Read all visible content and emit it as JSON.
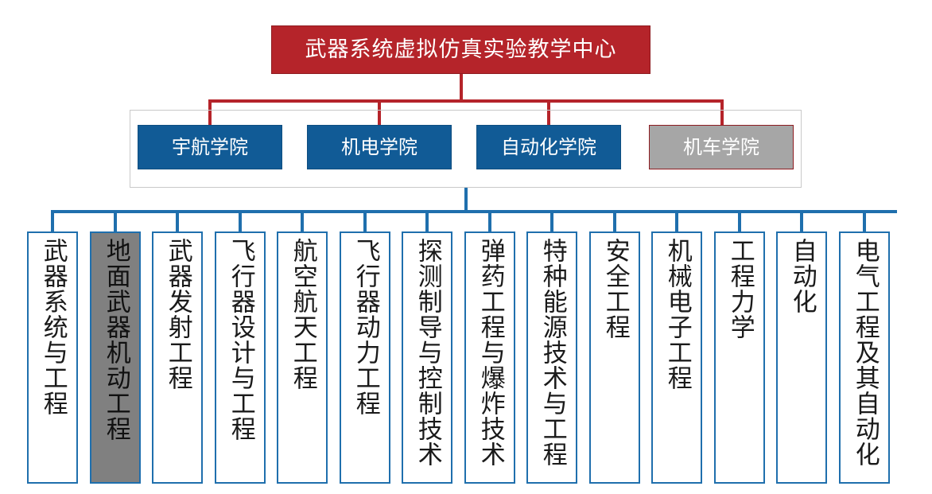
{
  "diagram": {
    "title": "武器系统虚拟仿真实验教学中心",
    "colors": {
      "title_fill": "#B5242A",
      "title_border": "#8E1B20",
      "college_fill": "#115B96",
      "college_highlight_fill": "#A6A6A6",
      "college_highlight_border": "#8E1B20",
      "connector_red": "#B5242A",
      "connector_blue": "#1F6FAD",
      "major_border": "#1F6FAD",
      "major_fill": "#FFFFFF",
      "major_highlight_fill": "#808080",
      "container_border": "#C9C9C9"
    },
    "colleges": [
      {
        "label": "宇航学院",
        "style": "blue"
      },
      {
        "label": "机电学院",
        "style": "blue"
      },
      {
        "label": "自动化学院",
        "style": "blue"
      },
      {
        "label": "机车学院",
        "style": "gray"
      }
    ],
    "majors": [
      {
        "label": "武器系统与工程",
        "style": "plain"
      },
      {
        "label": "地面武器机动工程",
        "style": "gray"
      },
      {
        "label": "武器发射工程",
        "style": "plain"
      },
      {
        "label": "飞行器设计与工程",
        "style": "plain"
      },
      {
        "label": "航空航天工程",
        "style": "plain"
      },
      {
        "label": "飞行器动力工程",
        "style": "plain"
      },
      {
        "label": "探测制导与控制技术",
        "style": "plain"
      },
      {
        "label": "弹药工程与爆炸技术",
        "style": "plain"
      },
      {
        "label": "特种能源技术与工程",
        "style": "plain"
      },
      {
        "label": "安全工程",
        "style": "plain"
      },
      {
        "label": "机械电子工程",
        "style": "plain"
      },
      {
        "label": "工程力学",
        "style": "plain"
      },
      {
        "label": "自动化",
        "style": "plain"
      },
      {
        "label": "电气工程及其自动化",
        "style": "plain"
      }
    ]
  }
}
